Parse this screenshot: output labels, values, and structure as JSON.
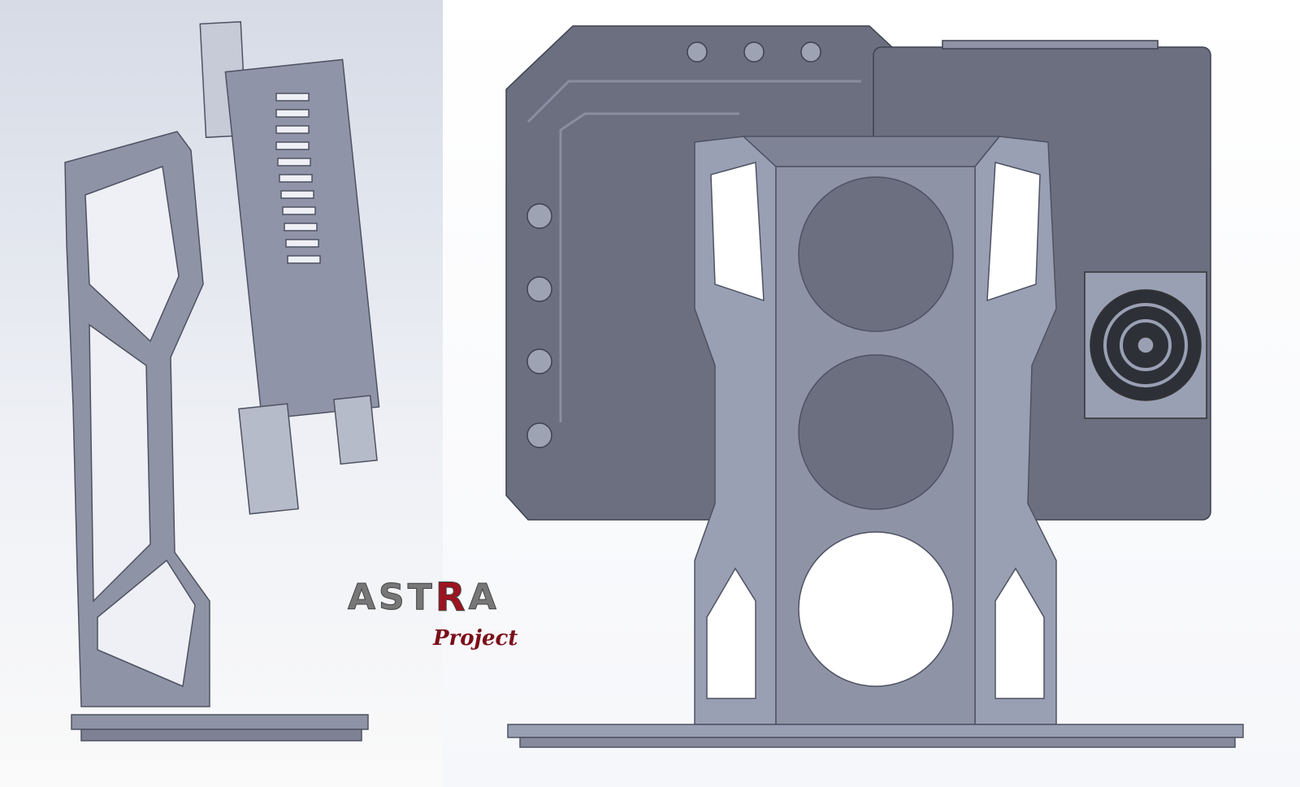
{
  "logo": {
    "main_left": "AST",
    "main_accent": "R",
    "main_right": "A",
    "subtitle": "Project",
    "accent_color": "#9c1420"
  },
  "colors": {
    "frame": "#8e93a6",
    "frame_edge": "#5c6070",
    "panel": "#6b6f80",
    "case": "#9aa0b4"
  }
}
